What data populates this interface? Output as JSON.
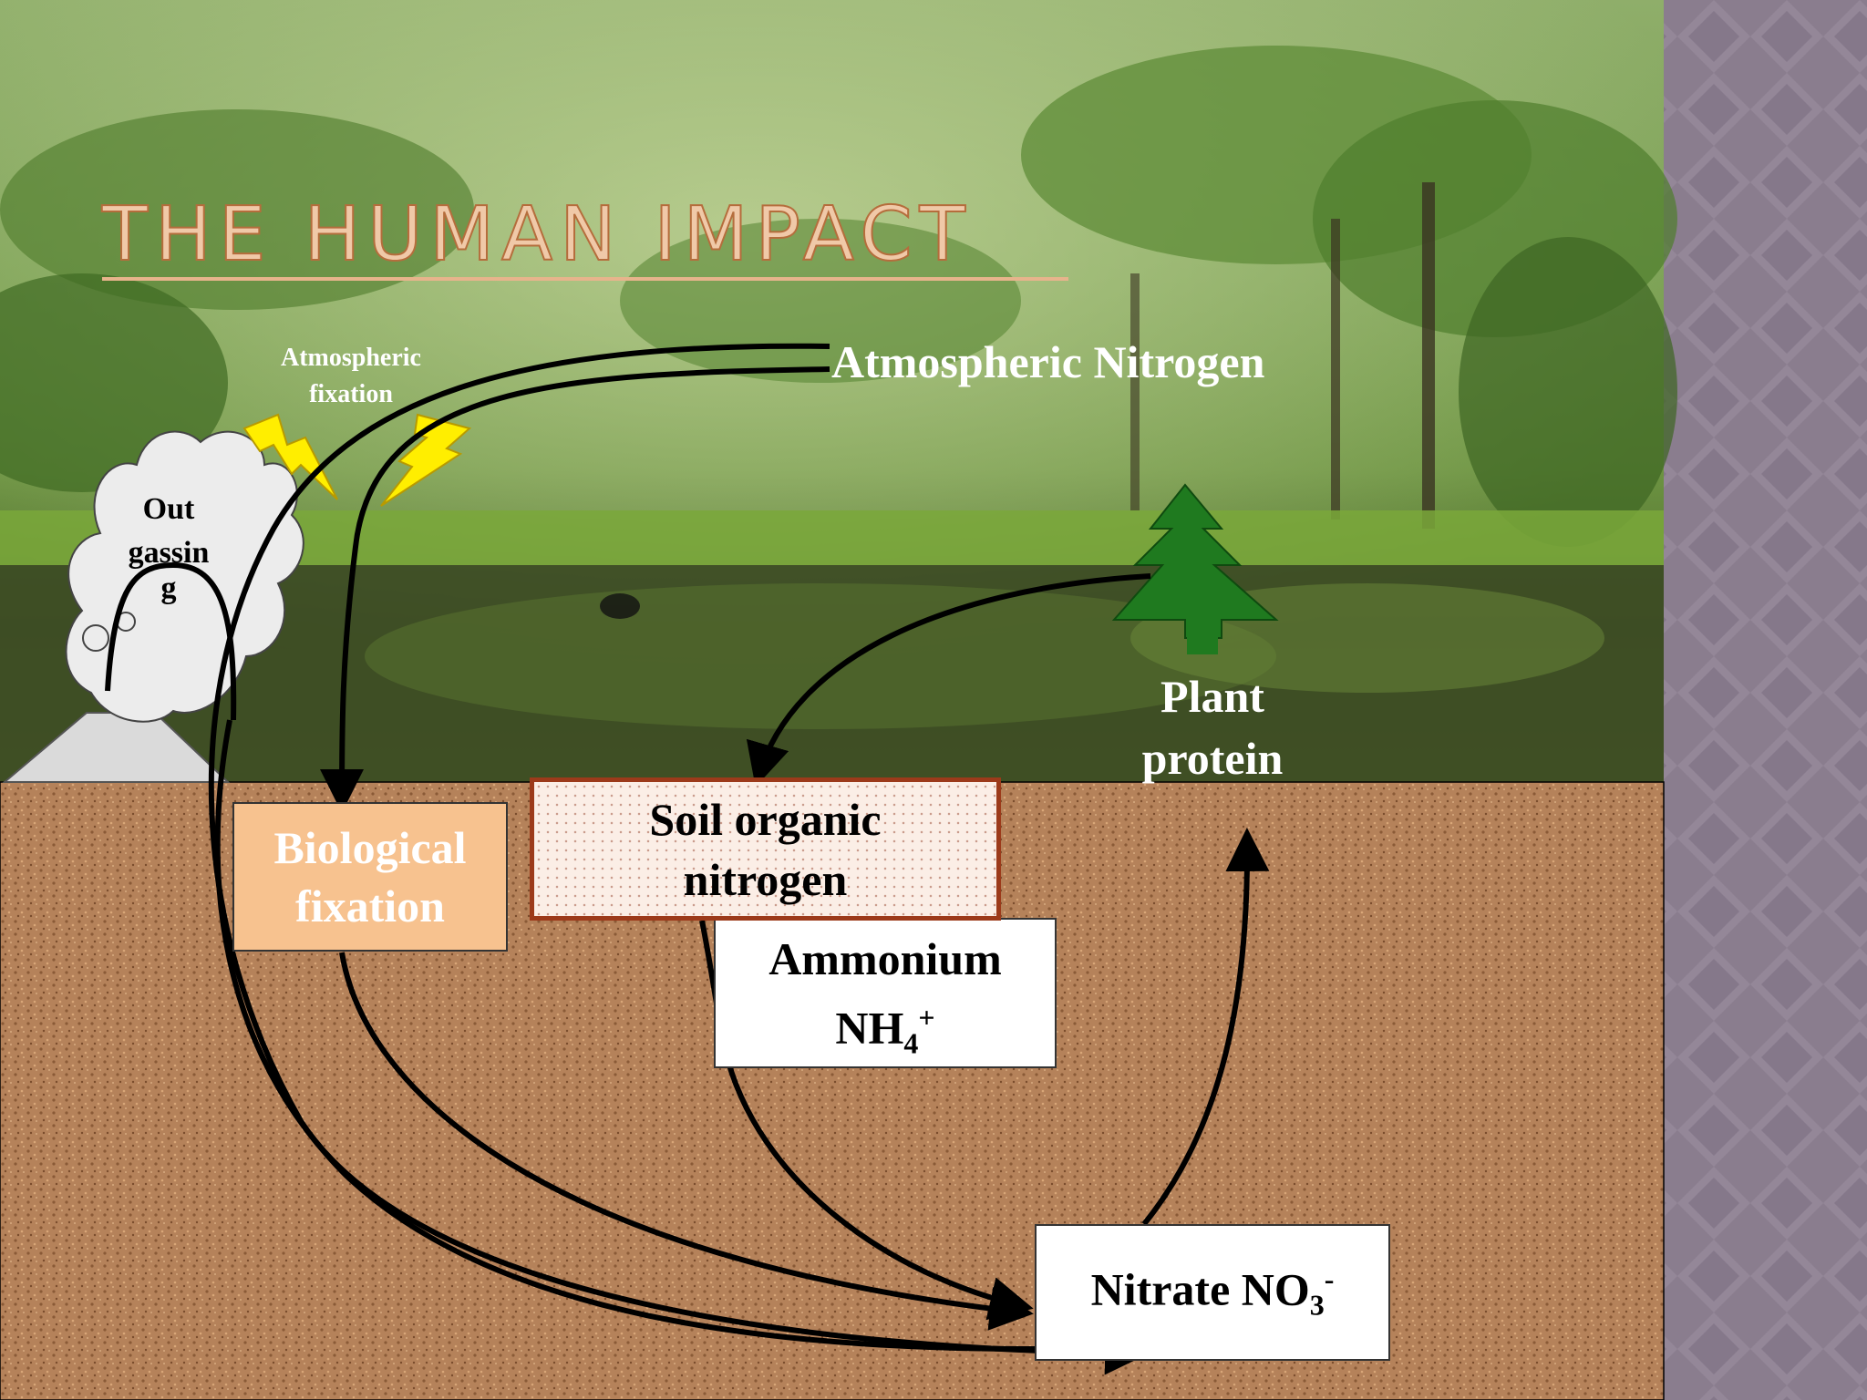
{
  "slide": {
    "title": "The Human Impact"
  },
  "labels": {
    "atmospheric_fixation_line1": "Atmospheric",
    "atmospheric_fixation_line2": "fixation",
    "atmospheric_nitrogen": "Atmospheric Nitrogen",
    "outgassing_line1": "Out",
    "outgassing_line2": "gassin",
    "outgassing_line3": "g",
    "plant_protein_line1": "Plant",
    "plant_protein_line2": "protein"
  },
  "boxes": {
    "biological_fixation_line1": "Biological",
    "biological_fixation_line2": "fixation",
    "soil_organic_line1": "Soil organic",
    "soil_organic_line2": "nitrogen",
    "ammonium_line1": "Ammonium",
    "ammonium_formula": "NH",
    "ammonium_sub": "4",
    "ammonium_sup": "+",
    "nitrate_text": "Nitrate NO",
    "nitrate_sub": "3",
    "nitrate_sup": "-"
  },
  "colors": {
    "soil": "#b5825a",
    "sky_green": "#6f9a4a",
    "side_panel": "#8a7d8e",
    "bio_box": "#f7c28f",
    "soil_box_border": "#9c3a1a",
    "tree": "#1f7a1f",
    "lightning": "#ffee00"
  },
  "icons": [
    "lightning-icon",
    "tree-icon",
    "volcano-icon",
    "cloud-icon"
  ]
}
